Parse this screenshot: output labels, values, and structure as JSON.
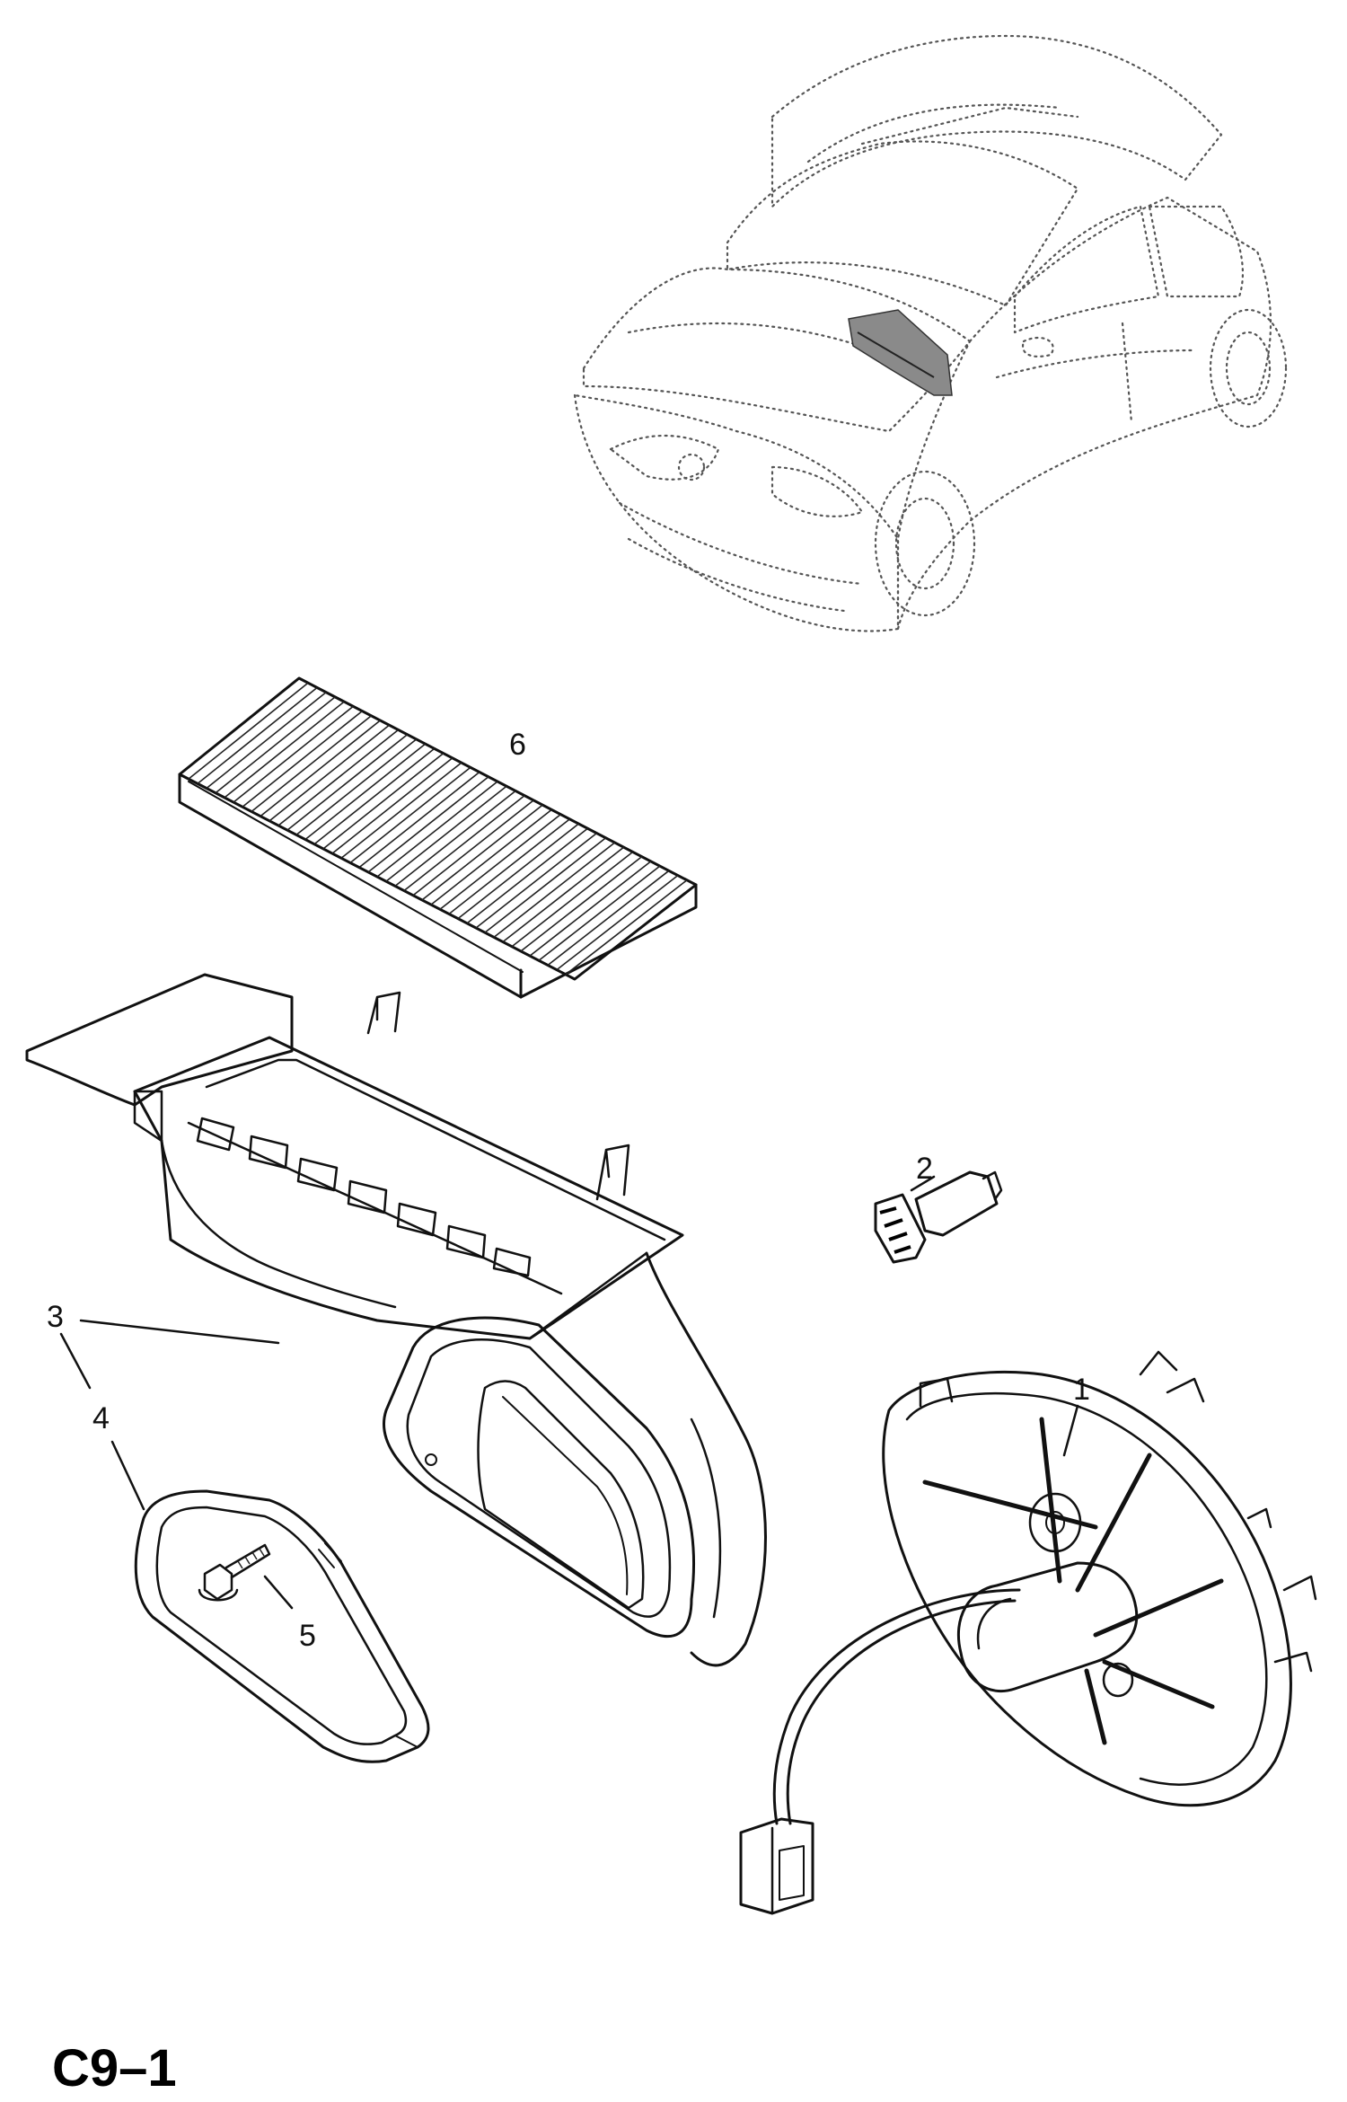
{
  "figure": {
    "code": "C9–1",
    "callouts": [
      {
        "id": "c1",
        "label": "1"
      },
      {
        "id": "c2",
        "label": "2"
      },
      {
        "id": "c3",
        "label": "3"
      },
      {
        "id": "c4",
        "label": "4"
      },
      {
        "id": "c5",
        "label": "5"
      },
      {
        "id": "c6",
        "label": "6"
      }
    ]
  }
}
